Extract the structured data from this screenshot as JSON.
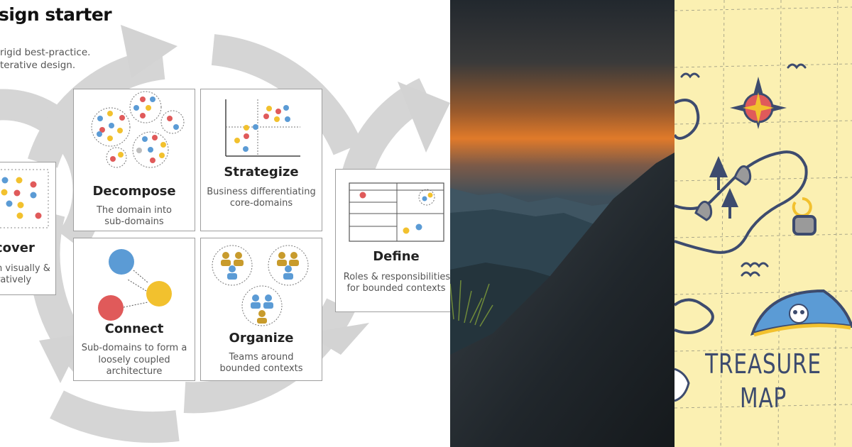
{
  "left": {
    "title": "sign starter",
    "subtitle_line1": "rigid best-practice.",
    "subtitle_line2": "terative design.",
    "cards": {
      "discover": {
        "title": "cover",
        "desc1": "n visually &",
        "desc2": "ratively"
      },
      "decompose": {
        "title": "Decompose",
        "desc1": "The domain into",
        "desc2": "sub-domains"
      },
      "strategize": {
        "title": "Strategize",
        "desc1": "Business differentiating",
        "desc2": "core-domains"
      },
      "connect": {
        "title": "Connect",
        "desc1": "Sub-domains to form a",
        "desc2": "loosely coupled",
        "desc3": "architecture"
      },
      "organize": {
        "title": "Organize",
        "desc1": "Teams around",
        "desc2": "bounded contexts"
      },
      "define": {
        "title": "Define",
        "desc1": "Roles & responsibilities",
        "desc2": "for bounded contexts"
      }
    },
    "colors": {
      "blue": "#5b9bd5",
      "yellow": "#f2c12e",
      "red": "#e05a5a",
      "gray": "#bdbdbd",
      "arrow": "#d0d0d0",
      "team": "#c89b2c"
    }
  },
  "right": {
    "title_line1": "TREASURE",
    "title_line2": "MAP",
    "colors": {
      "background": "#fbf0b2",
      "ink": "#3d4b6e"
    }
  },
  "icons": [
    "compass-icon",
    "pirate-hat-icon",
    "hook-icon",
    "skull-icon",
    "tree-icon",
    "wave-icon"
  ]
}
